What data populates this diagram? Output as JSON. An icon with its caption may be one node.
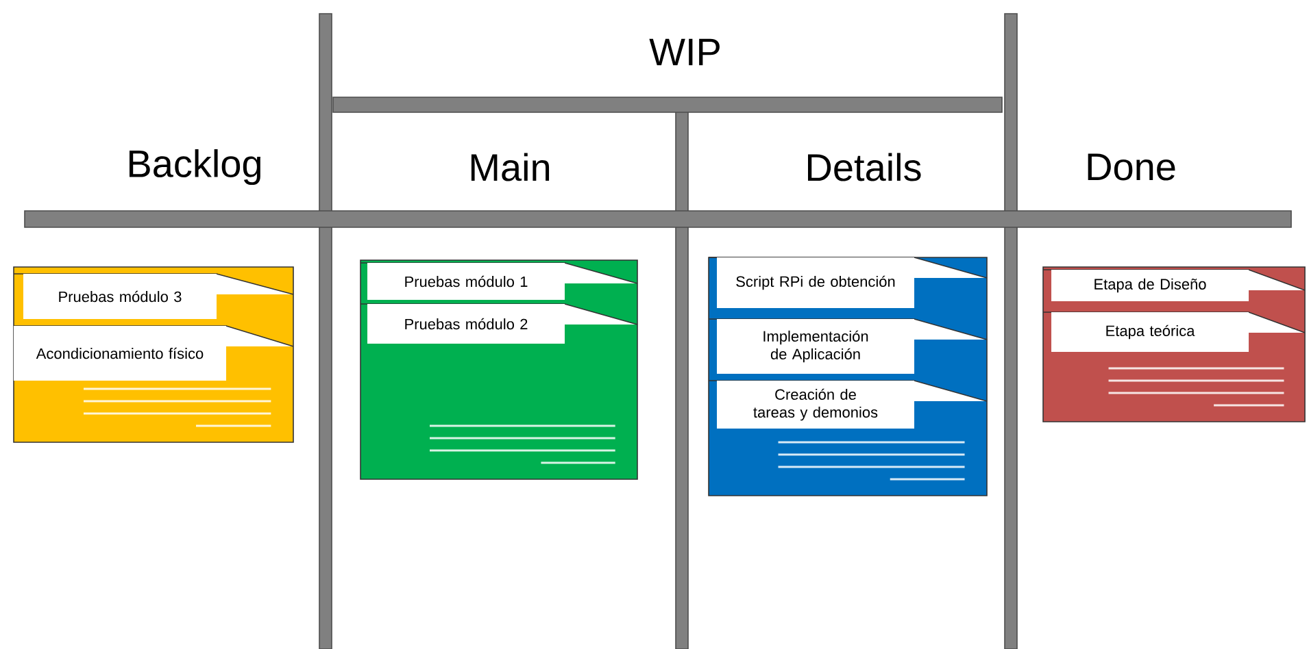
{
  "diagram": {
    "nodes": [
      {
        "text": [],
        "shape": "box"
      },
      {
        "text": [
          "Pruebas módulo 3"
        ],
        "in": 0
      },
      {
        "text": [
          "Acondicionamiento físico"
        ],
        "in": 0
      },
      {
        "text": [],
        "shape": "box"
      },
      {
        "text": [
          "Pruebas módulo 1"
        ],
        "in": 3
      },
      {
        "text": [
          "Pruebas módulo 2"
        ],
        "in": 3
      },
      {
        "text": [],
        "shape": "box"
      },
      {
        "text": [
          "Script RPi de obtención"
        ],
        "in": 6
      },
      {
        "text": [
          "Implementación de Aplicación"
        ],
        "in": 6
      },
      {
        "text": [
          "Creación de tareas y demonios"
        ],
        "in": 6
      },
      {
        "text": [],
        "shape": "box"
      },
      {
        "text": [
          "Etapa de Diseño"
        ],
        "in": 10
      },
      {
        "text": [
          "Etapa teórica"
        ],
        "in": 10
      }
    ],
    "labels": [
      "WIP",
      "Backlog",
      "Main",
      "Details",
      "Done"
    ]
  }
}
